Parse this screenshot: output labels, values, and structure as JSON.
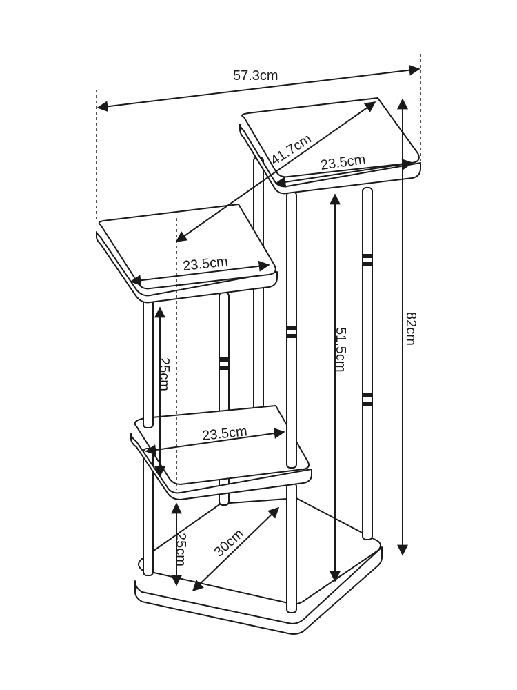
{
  "dimensions": {
    "overall_width": "57.3cm",
    "top_diagonal": "41.7cm",
    "top_shelf_width": "23.5cm",
    "middle_shelf_width": "23.5cm",
    "lower_shelf_width": "23.5cm",
    "middle_gap_height": "25cm",
    "bottom_gap_height": "25cm",
    "base_depth": "30cm",
    "tall_pole_height": "51.5cm",
    "overall_height": "82cm"
  },
  "colors": {
    "line": "#1a1a1a",
    "background": "#ffffff"
  }
}
